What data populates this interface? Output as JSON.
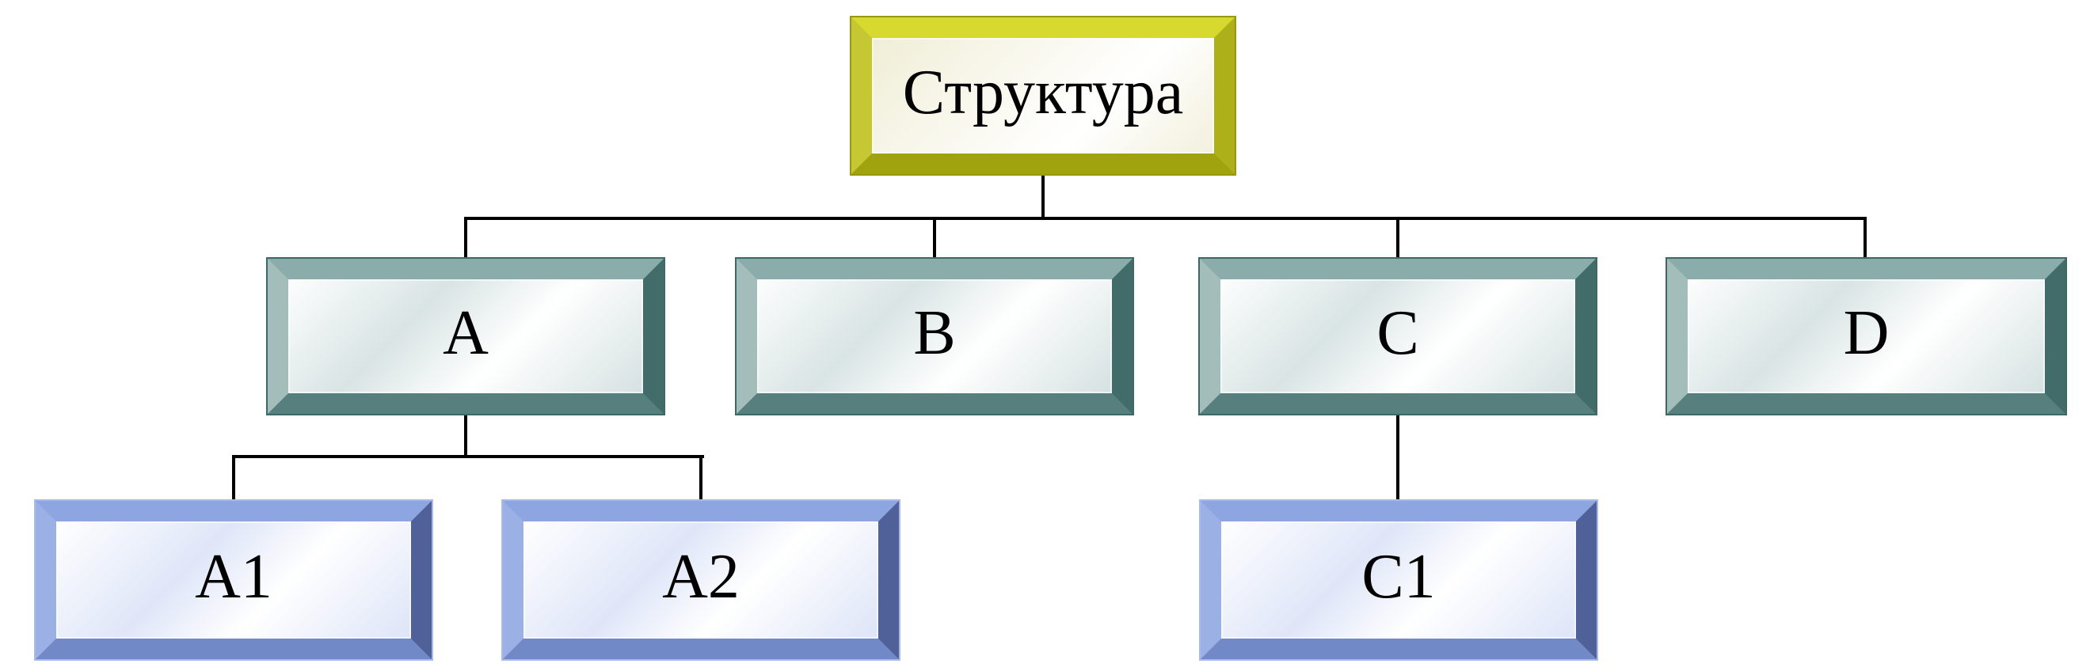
{
  "page": {
    "background": "#ffffff"
  },
  "tree": {
    "root": {
      "label": "Структура",
      "children": [
        {
          "label": "A",
          "children": [
            {
              "label": "A1"
            },
            {
              "label": "A2"
            }
          ]
        },
        {
          "label": "B",
          "children": []
        },
        {
          "label": "C",
          "children": [
            {
              "label": "C1"
            }
          ]
        },
        {
          "label": "D",
          "children": []
        }
      ]
    }
  },
  "colors": {
    "root_node_frame": "#c9cb2a",
    "branch_node_frame": "#6f9694",
    "leaf_node_frame": "#7d93d6",
    "node_interior_tint_root": "#f2f0dc",
    "node_interior_tint_branch": "#d9e4e4",
    "node_interior_tint_leaf": "#dfe6f8",
    "connector": "#000000",
    "label_text": "#000000"
  }
}
